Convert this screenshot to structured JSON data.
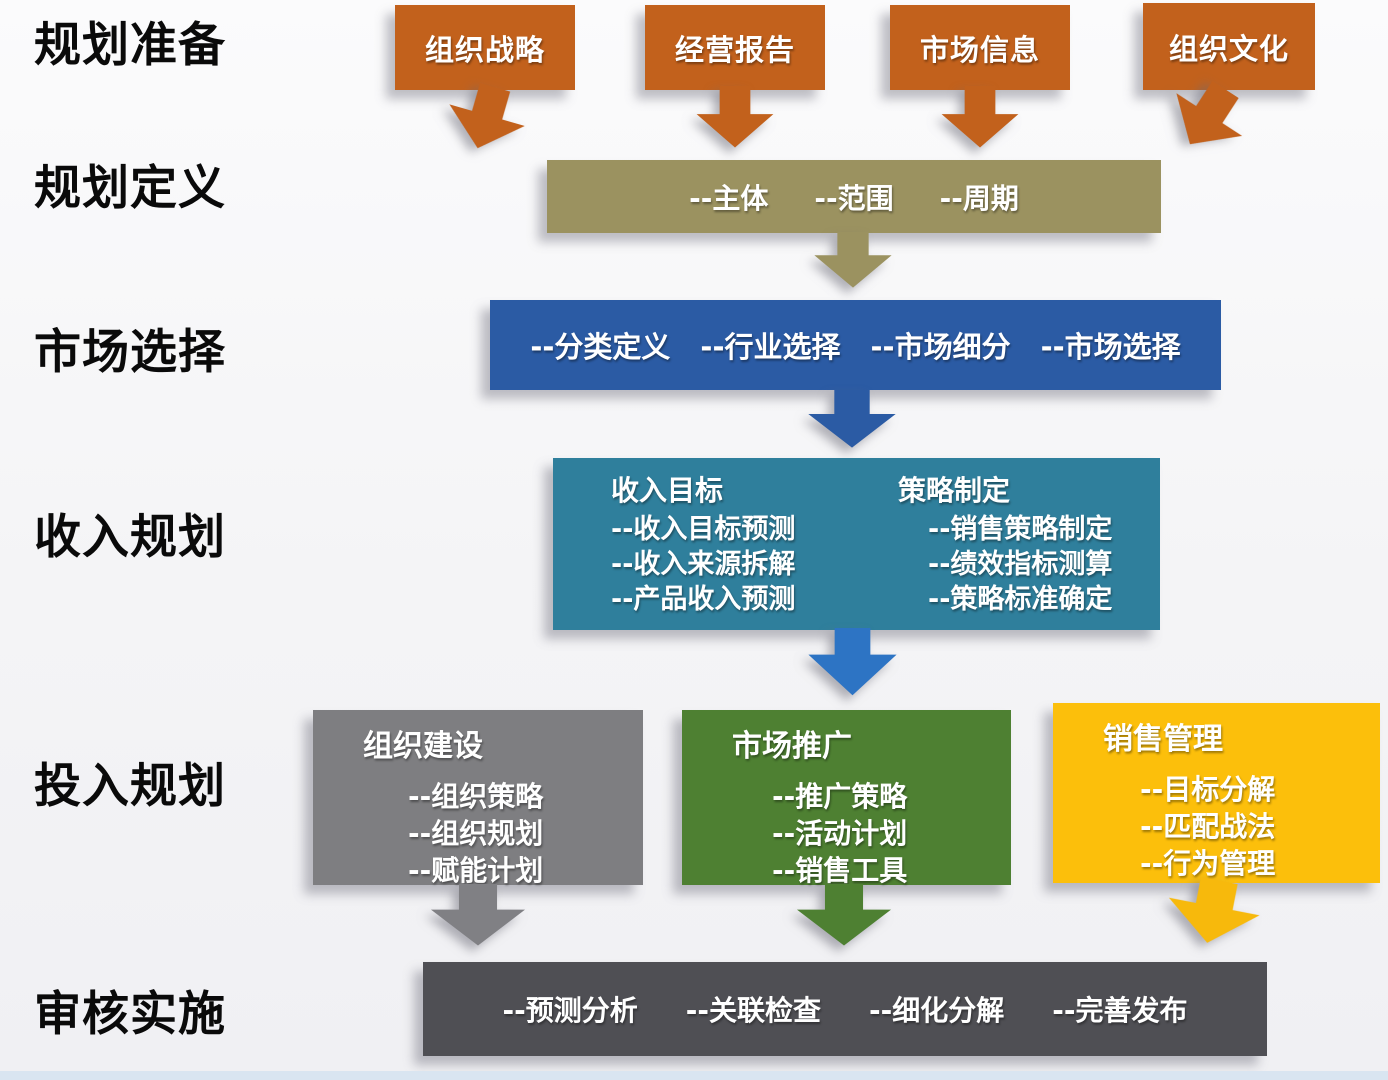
{
  "stages": [
    {
      "label": "规划准备"
    },
    {
      "label": "规划定义"
    },
    {
      "label": "市场选择"
    },
    {
      "label": "收入规划"
    },
    {
      "label": "投入规划"
    },
    {
      "label": "审核实施"
    }
  ],
  "inputs_row": {
    "boxes": [
      "组织战略",
      "经营报告",
      "市场信息",
      "组织文化"
    ]
  },
  "definition_bar": {
    "items": [
      "--主体",
      "--范围",
      "--周期"
    ]
  },
  "market_bar": {
    "items": [
      "--分类定义",
      "--行业选择",
      "--市场细分",
      "--市场选择"
    ]
  },
  "revenue_box": {
    "columns": [
      {
        "title": "收入目标",
        "items": [
          "--收入目标预测",
          "--收入来源拆解",
          "--产品收入预测"
        ]
      },
      {
        "title": "策略制定",
        "items": [
          "--销售策略制定",
          "--绩效指标测算",
          "--策略标准确定"
        ]
      }
    ]
  },
  "investment_boxes": [
    {
      "title": "组织建设",
      "items": [
        "--组织策略",
        "--组织规划",
        "--赋能计划"
      ]
    },
    {
      "title": "市场推广",
      "items": [
        "--推广策略",
        "--活动计划",
        "--销售工具"
      ]
    },
    {
      "title": "销售管理",
      "items": [
        "--目标分解",
        "--匹配战法",
        "--行为管理"
      ]
    }
  ],
  "review_bar": {
    "items": [
      "--预测分析",
      "--关联检查",
      "--细化分解",
      "--完善发布"
    ]
  },
  "colors": {
    "orange": "#c2611c",
    "khaki": "#9b9260",
    "blue": "#2b5ba4",
    "teal": "#2f7f9c",
    "bright_blue_arrow": "#2d74c4",
    "gray": "#7e7e81",
    "green": "#4e8032",
    "yellow": "#fcbf0b",
    "dark_gray": "#4f4f54",
    "background": "#f4f4f6",
    "bottom_strip": "#d9e5f1"
  }
}
